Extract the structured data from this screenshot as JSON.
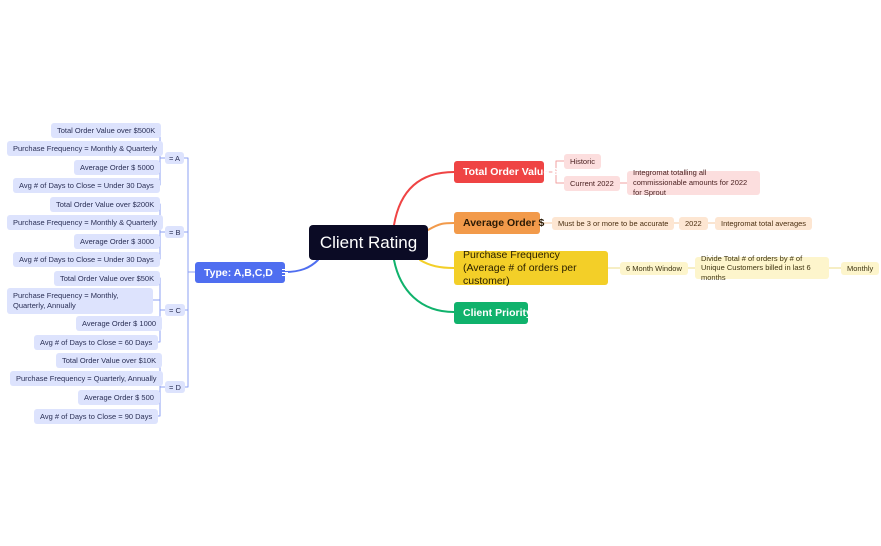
{
  "root": {
    "label": "Client Rating"
  },
  "branches": {
    "total_order_value": {
      "label": "Total Order Value $",
      "children": [
        {
          "label": "Historic"
        },
        {
          "label": "Current 2022",
          "children": [
            {
              "label": "Integromat totalling all commissionable amounts for 2022 for Sprout"
            }
          ]
        }
      ]
    },
    "average_order": {
      "label": "Average Order $",
      "chain": [
        {
          "label": "Must be 3 or more to be accurate"
        },
        {
          "label": "2022"
        },
        {
          "label": "Integromat total averages"
        }
      ]
    },
    "purchase_frequency": {
      "label": "Purchase Frequency (Average # of orders per customer)",
      "chain": [
        {
          "label": "6 Month Window"
        },
        {
          "label": "Divide Total # of orders by # of Unique Customers billed in last 6 months"
        },
        {
          "label": "Monthly"
        }
      ]
    },
    "client_priority": {
      "label": "Client Priority"
    },
    "type": {
      "label": "Type: A,B,C,D",
      "icon": "notes-icon",
      "grades": [
        {
          "label": "= A",
          "items": [
            "Total Order Value over $500K",
            "Purchase Frequency = Monthly & Quarterly",
            "Average Order $ 5000",
            "Avg # of Days to Close = Under 30 Days"
          ]
        },
        {
          "label": "= B",
          "items": [
            "Total Order Value over $200K",
            "Purchase Frequency = Monthly & Quarterly",
            "Average Order $ 3000",
            "Avg # of Days to Close = Under 30 Days"
          ]
        },
        {
          "label": "= C",
          "items": [
            "Total Order Value over $50K",
            "Purchase Frequency = Monthly, Quarterly, Annually",
            "Average Order $ 1000",
            "Avg # of Days to Close = 60 Days"
          ]
        },
        {
          "label": "= D",
          "items": [
            "Total Order Value over $10K",
            "Purchase Frequency = Quarterly, Annually",
            "Average Order $ 500",
            "Avg # of Days to Close = 90 Days"
          ]
        }
      ]
    }
  },
  "colors": {
    "red": "#ef4444",
    "orange": "#f29a4a",
    "yellow": "#f3cf28",
    "green": "#10b26c",
    "blue": "#4f6ef0",
    "root": "#0b0b25"
  }
}
